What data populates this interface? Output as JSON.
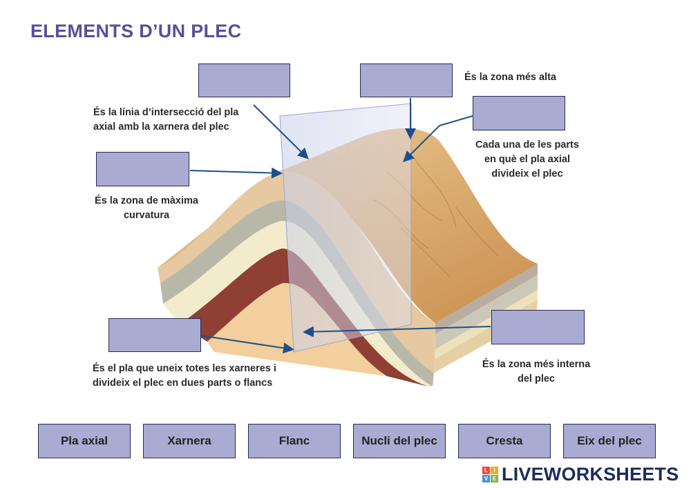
{
  "title": "ELEMENTS D’UN PLEC",
  "descriptions": {
    "eix": [
      "És la línia d’intersecció del pla",
      "axial amb la xarnera del plec"
    ],
    "cresta": "És la zona més alta",
    "flanc": [
      "Cada una de les parts",
      "en què el pla axial",
      "divideix el plec"
    ],
    "xarnera": [
      "És la zona de màxima",
      "curvatura"
    ],
    "pla_axial": [
      "És el pla que uneix totes les xarneres i",
      "divideix el plec en dues parts o flancs"
    ],
    "nucli": [
      "És la zona més interna",
      "del plec"
    ]
  },
  "word_bank": [
    "Pla axial",
    "Xarnera",
    "Flanc",
    "Nucli del plec",
    "Cresta",
    "Eix del plec"
  ],
  "logo": {
    "badge_letters": [
      "L",
      "I",
      "V",
      "E"
    ],
    "text": "LIVEWORKSHEETS"
  },
  "colors": {
    "title": "#5a4e9a",
    "drop_box": "#a9abd2",
    "arrow": "#1f4e8c",
    "logo_text": "#1d2b5c"
  }
}
